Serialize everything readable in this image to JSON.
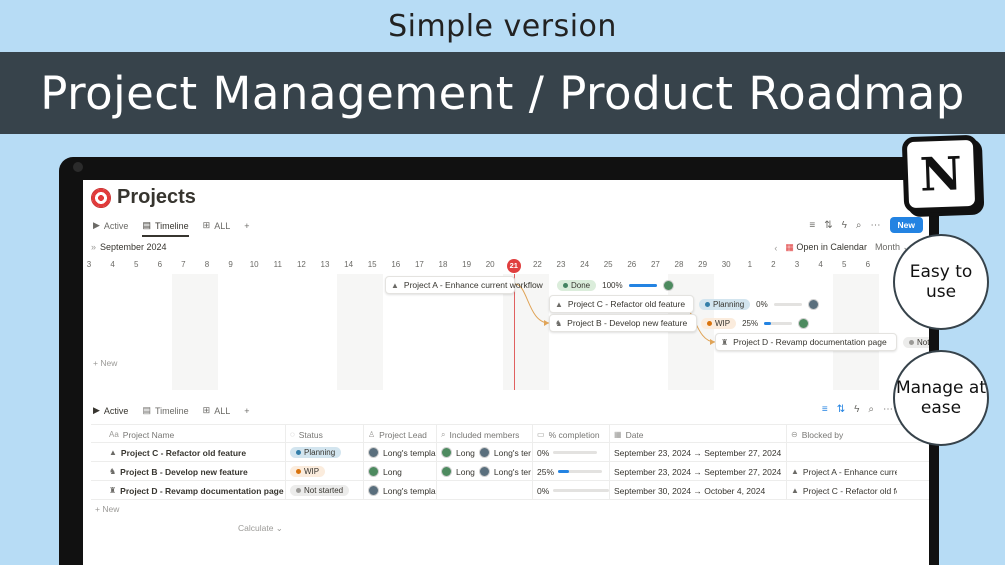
{
  "caption": "Simple version",
  "banner": "Project Management / Product Roadmap",
  "bubbles": {
    "one": "Easy to use",
    "two": "Manage at ease"
  },
  "logo_letter": "N",
  "page": {
    "title": "Projects"
  },
  "views_top": {
    "active": "Active",
    "timeline": "Timeline",
    "all": "ALL",
    "add": "+"
  },
  "toolbar": {
    "new": "New"
  },
  "timeline": {
    "month": "September 2024",
    "open_calendar": "Open in Calendar",
    "zoom": "Month",
    "days": [
      "3",
      "4",
      "5",
      "6",
      "7",
      "8",
      "9",
      "10",
      "11",
      "12",
      "13",
      "14",
      "15",
      "16",
      "17",
      "18",
      "19",
      "20",
      "21",
      "22",
      "23",
      "24",
      "25",
      "26",
      "27",
      "28",
      "29",
      "30",
      "1",
      "2",
      "3",
      "4",
      "5",
      "6"
    ],
    "today": "21",
    "new_label": "+ New",
    "bars": [
      {
        "name": "Project A - Enhance current workflow",
        "status": "Done",
        "status_class": "done",
        "pct": "100%",
        "progress": 1.0
      },
      {
        "name": "Project C - Refactor old feature",
        "status": "Planning",
        "status_class": "planning",
        "pct": "0%",
        "progress": 0.0
      },
      {
        "name": "Project B - Develop new feature",
        "status": "WIP",
        "status_class": "wip",
        "pct": "25%",
        "progress": 0.25
      },
      {
        "name": "Project D - Revamp documentation page",
        "status": "Not s",
        "status_class": "notstarted",
        "pct": "",
        "progress": 0.0
      }
    ]
  },
  "views_bottom": {
    "active": "Active",
    "timeline": "Timeline",
    "all": "ALL",
    "add": "+"
  },
  "table": {
    "headers": {
      "name": "Project Name",
      "status": "Status",
      "lead": "Project Lead",
      "members": "Included members",
      "pct": "% completion",
      "date": "Date",
      "blocked": "Blocked by"
    },
    "rows": [
      {
        "name": "Project C - Refactor old feature",
        "status": "Planning",
        "status_class": "planning",
        "lead": "Long's templa",
        "members": [
          "Long",
          "Long's ter"
        ],
        "pct": "0%",
        "progress": 0.0,
        "date": "September 23, 2024 → September 27, 2024",
        "blocked": ""
      },
      {
        "name": "Project B - Develop new feature",
        "status": "WIP",
        "status_class": "wip",
        "lead": "Long",
        "members": [
          "Long",
          "Long's ter"
        ],
        "pct": "25%",
        "progress": 0.25,
        "date": "September 23, 2024 → September 27, 2024",
        "blocked": "Project A - Enhance curre"
      },
      {
        "name": "Project D - Revamp documentation page",
        "status": "Not started",
        "status_class": "notstarted",
        "lead": "Long's templa",
        "members": [],
        "pct": "0%",
        "progress": 0.0,
        "date": "September 30, 2024 → October 4, 2024",
        "blocked": "Project C - Refactor old fe"
      }
    ],
    "new_label": "+ New",
    "calculate": "Calculate ⌄"
  },
  "colors": {
    "accent": "#2383e2",
    "today": "#e03e3e",
    "banner": "#37434b",
    "background": "#b7dcf5"
  }
}
